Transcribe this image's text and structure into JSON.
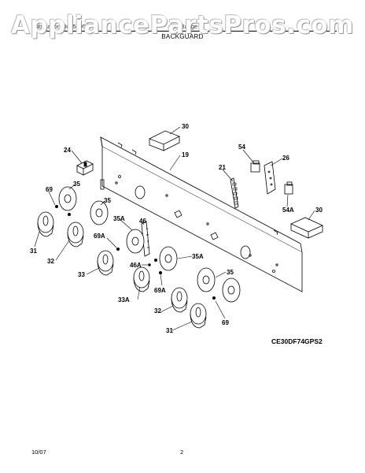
{
  "watermark": "AppliancePartsPros.com",
  "header": {
    "left_text": "Publication No. 5995374",
    "right_text": "30\" Range",
    "section_title": "BACKGUARD"
  },
  "diagram": {
    "model_code": "CE30DF74GPS2",
    "callouts": [
      "30",
      "24",
      "19",
      "54",
      "26",
      "21",
      "69",
      "35",
      "35",
      "54A",
      "30",
      "35A",
      "46",
      "31",
      "69A",
      "32",
      "46A",
      "35A",
      "33",
      "35",
      "33A",
      "69A",
      "32",
      "69",
      "31"
    ]
  },
  "footer": {
    "date": "10/07",
    "page": "2"
  }
}
